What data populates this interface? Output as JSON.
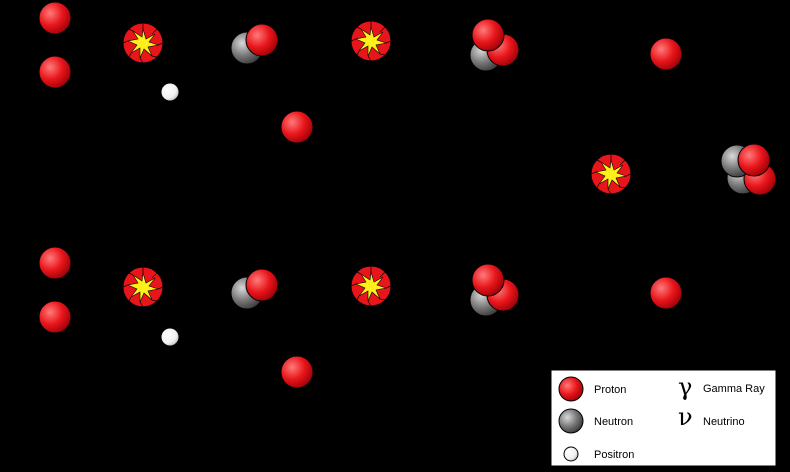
{
  "colors": {
    "background": "#000000",
    "proton": "#e8161b",
    "neutron": "#6f6f6f",
    "positron": "#ffffff",
    "flash_red": "#e8161b",
    "flash_yellow": "#ffef1a",
    "legend_bg": "#ffffff"
  },
  "legend": {
    "proton_label": "Proton",
    "neutron_label": "Neutron",
    "positron_label": "Positron",
    "gamma_symbol": "γ",
    "gamma_label": "Gamma Ray",
    "neutrino_symbol": "ν",
    "neutrino_label": "Neutrino"
  }
}
